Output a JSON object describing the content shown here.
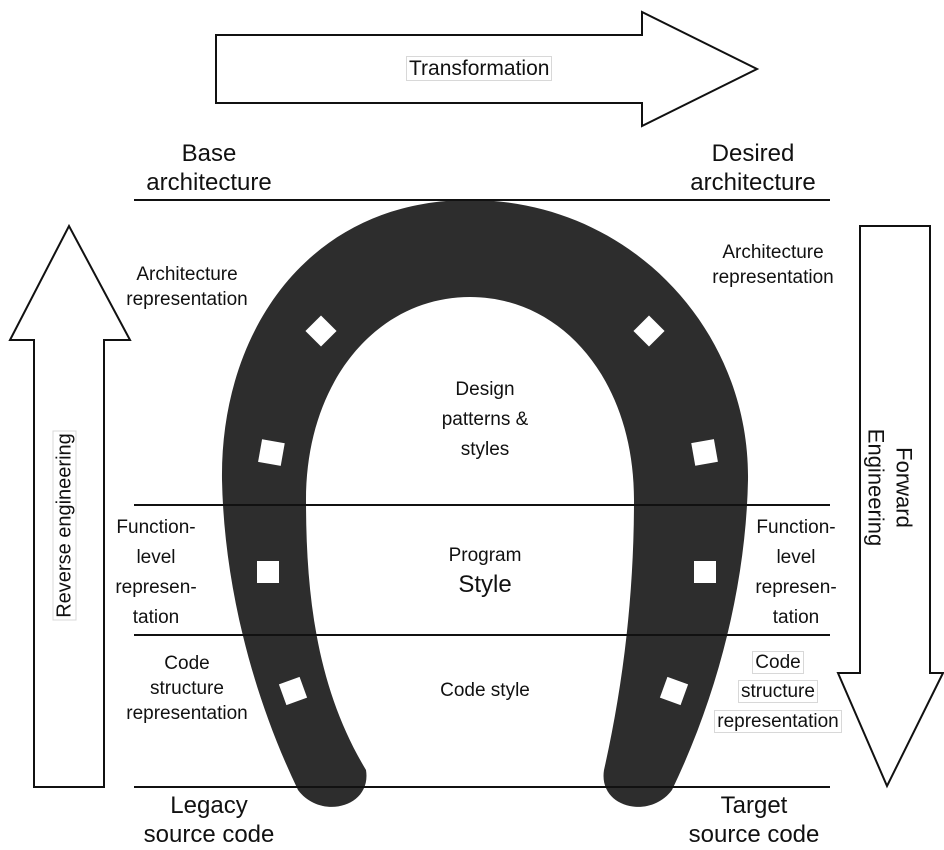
{
  "top_arrow": {
    "label": "Transformation"
  },
  "left_arrow": {
    "label": "Reverse engineering"
  },
  "right_arrow": {
    "label": "Forward Engineering"
  },
  "levels": {
    "architecture": {
      "left_title": "Base\narchitecture",
      "right_title": "Desired\narchitecture",
      "left_repr": "Architecture\nrepresentation",
      "right_repr": "Architecture\nrepresentation",
      "center": "Design\npatterns &\nstyles"
    },
    "function": {
      "left_repr": "Function-\nlevel\nrepresen-\ntation",
      "right_repr": "Function-\nlevel\nrepresen-\ntation",
      "center_line1": "Program",
      "center_line2": "Style"
    },
    "code": {
      "left_repr": "Code\nstructure\nrepresentation",
      "right_repr_1": "Code",
      "right_repr_2": "structure",
      "right_repr_3": "representation",
      "center": "Code style"
    },
    "source": {
      "left_title": "Legacy\nsource code",
      "right_title": "Target\nsource code"
    }
  },
  "colors": {
    "horseshoe": "#2d2d2d",
    "line": "#111111",
    "nail_hole": "#ffffff"
  }
}
